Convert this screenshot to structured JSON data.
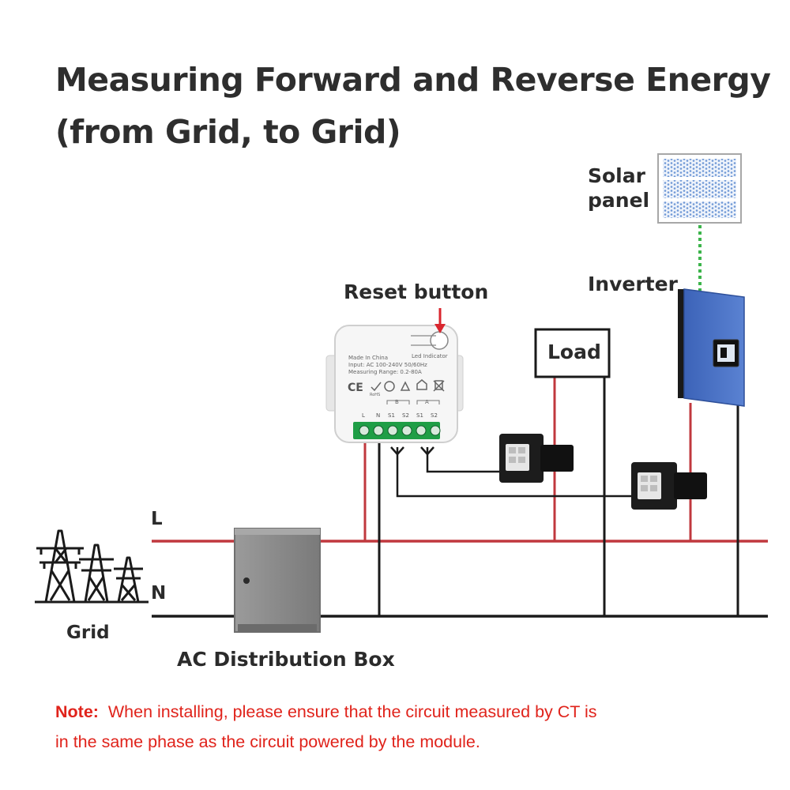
{
  "title": {
    "line1": "Measuring Forward and Reverse Energy",
    "line2": "(from Grid, to Grid)"
  },
  "labels": {
    "solar_panel_line1": "Solar",
    "solar_panel_line2": "panel",
    "inverter": "Inverter",
    "reset_button": "Reset button",
    "load": "Load",
    "live_line": "L",
    "neutral_line": "N",
    "grid": "Grid",
    "distribution_box": "AC Distribution Box"
  },
  "module": {
    "led_indicator": "Led Indicator",
    "made_in": "Made In China",
    "input": "Input: AC 100-240V 50/60Hz",
    "measuring_range": "Measuring Range: 0.2-80A",
    "cert_ce": "CE",
    "cert_rohs": "RoHS",
    "channel_b": "B",
    "channel_a": "A",
    "terminal_l": "L",
    "terminal_n": "N",
    "terminal_s1_b": "S1",
    "terminal_s2_b": "S2",
    "terminal_s1_a": "S1",
    "terminal_s2_a": "S2"
  },
  "note": {
    "prefix": "Note:",
    "line1": "When installing, please ensure that the circuit measured by CT is",
    "line2": "in the same phase as the circuit powered by the module."
  },
  "colors": {
    "live_wire": "#c0383e",
    "neutral_wire": "#1a1a1a",
    "panel_link": "#3cb44b",
    "inverter_body": "#4d74c7",
    "terminal_block": "#1f9e46",
    "note_text": "#e0231b",
    "reset_arrow": "#d9262e"
  },
  "icons": [
    "power-tower-icon",
    "solar-panel-icon",
    "inverter-icon",
    "ct-clamp-icon",
    "distribution-box-icon"
  ]
}
